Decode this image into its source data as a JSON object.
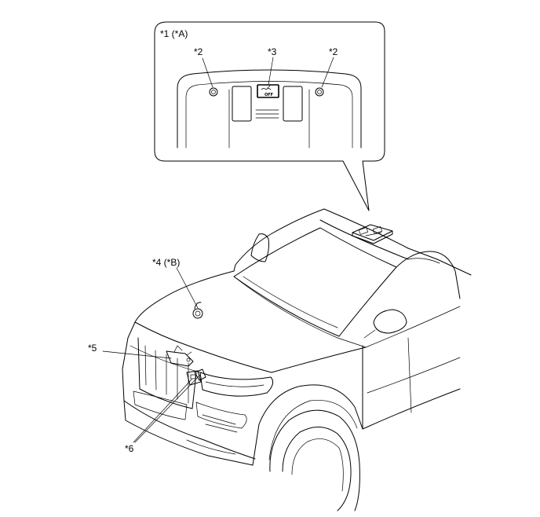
{
  "labels": {
    "callout_a": "*1 (*A)",
    "item2_left": "*2",
    "item3": "*3",
    "item2_right": "*2",
    "callout_b": "*4 (*B)",
    "item5": "*5",
    "item6": "*6"
  },
  "switch_text": "OFF"
}
